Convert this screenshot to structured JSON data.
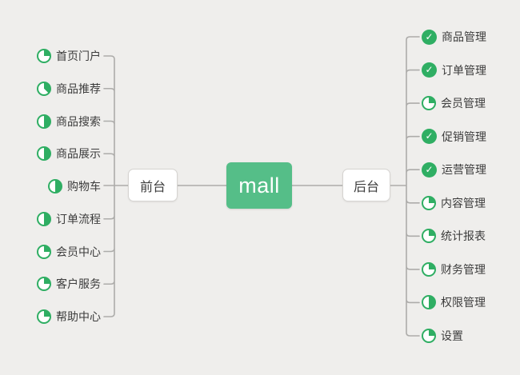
{
  "colors": {
    "background": "#efeeec",
    "node_green": "#55be88",
    "icon_green": "#2fae63",
    "line_gray": "#adacaa",
    "box_border": "#d6d4d1",
    "text": "#3c3c3c"
  },
  "icons": {
    "done_glyph": "✓",
    "done_name": "check-circle-icon",
    "progress_name": "pie-progress-icon"
  },
  "root": {
    "label": "mall"
  },
  "branches": [
    {
      "label": "前台",
      "side": "left",
      "items": [
        {
          "label": "首页门户",
          "progress": 0.25
        },
        {
          "label": "商品推荐",
          "progress": 0.375
        },
        {
          "label": "商品搜索",
          "progress": 0.5
        },
        {
          "label": "商品展示",
          "progress": 0.5
        },
        {
          "label": "购物车",
          "progress": 0.5
        },
        {
          "label": "订单流程",
          "progress": 0.5
        },
        {
          "label": "会员中心",
          "progress": 0.25
        },
        {
          "label": "客户服务",
          "progress": 0.25
        },
        {
          "label": "帮助中心",
          "progress": 0.25
        }
      ]
    },
    {
      "label": "后台",
      "side": "right",
      "items": [
        {
          "label": "商品管理",
          "progress": "done"
        },
        {
          "label": "订单管理",
          "progress": "done"
        },
        {
          "label": "会员管理",
          "progress": 0.25
        },
        {
          "label": "促销管理",
          "progress": "done"
        },
        {
          "label": "运营管理",
          "progress": "done"
        },
        {
          "label": "内容管理",
          "progress": 0.25
        },
        {
          "label": "统计报表",
          "progress": 0.25
        },
        {
          "label": "财务管理",
          "progress": 0.25
        },
        {
          "label": "权限管理",
          "progress": 0.5
        },
        {
          "label": "设置",
          "progress": 0.25
        }
      ]
    }
  ]
}
